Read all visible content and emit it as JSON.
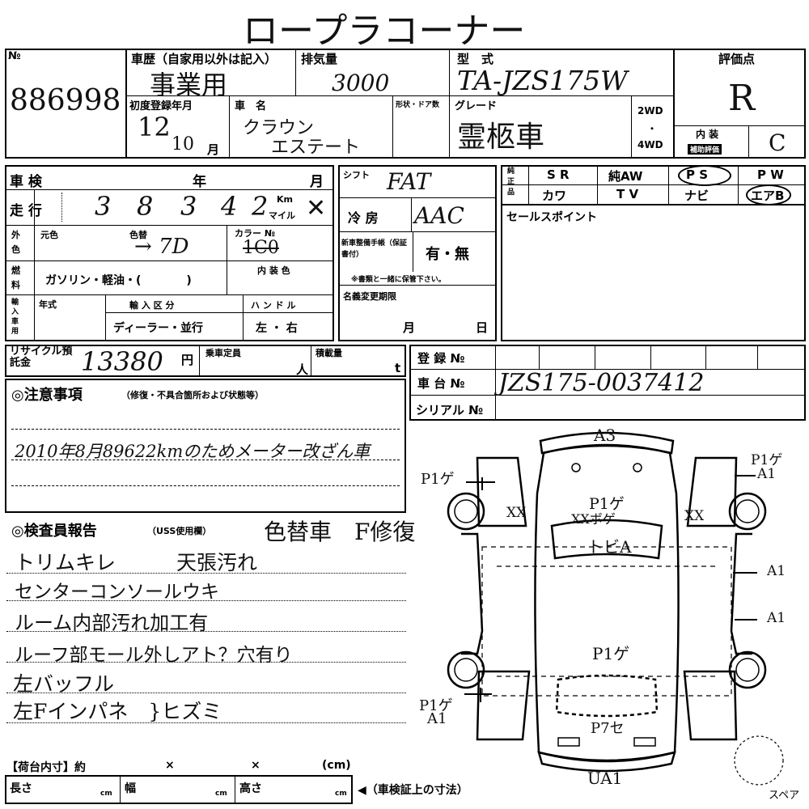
{
  "header": {
    "title": "ロープラコーナー"
  },
  "top": {
    "lot_label": "№",
    "lot_number": "886998",
    "history_label": "車歴（自家用以外は記入）",
    "history_value": "事業用",
    "displacement_label": "排気量",
    "displacement_value": "3000",
    "model_label": "型　式",
    "model_value": "TA-JZS175W",
    "grade_title_label": "評価点",
    "grade_value": "R",
    "first_reg_label": "初度登録年月",
    "first_reg_year": "12",
    "first_reg_month": "10",
    "month_unit": "月",
    "car_name_label": "車　名",
    "car_name_1": "クラウン",
    "car_name_2": "エステート",
    "shape_doors_label": "形状・ドア数",
    "grade_label": "グレード",
    "grade_name": "霊柩車",
    "drive_2wd": "2WD",
    "drive_dot": "・",
    "drive_4wd": "4WD",
    "interior_label": "内 装",
    "interior_sub": "補助評価",
    "interior_value": "C"
  },
  "inspection": {
    "shaken_label": "車 検",
    "year_label": "年",
    "month_label": "月",
    "mileage_label": "走 行",
    "mileage_digits": [
      "3",
      "8",
      "3",
      "4",
      "2"
    ],
    "km_label": "Km",
    "mile_label": "マイル",
    "exterior_label": "外色",
    "orig_color_label": "元色",
    "color_change_label": "色替",
    "color_change_value": "→ 7D",
    "color_no_label": "カラー №",
    "color_no_value": "1C0",
    "interior_color_label": "内 装 色",
    "fuel_label": "燃料",
    "fuel_options": "ガソリン・軽油・(　　　　)",
    "import_label": "輸入車用",
    "nenshiki_label": "年式",
    "import_class_label": "輸 入 区 分",
    "import_class_value": "ディーラー・並行",
    "handle_label": "ハ ン ド ル",
    "handle_value": "左 ・ 右"
  },
  "middle": {
    "shift_label": "シフト",
    "shift_value": "FAT",
    "ac_label": "冷 房",
    "ac_value": "AAC",
    "manual_label": "新車整備手帳（保証書付）",
    "manual_value": "有・無",
    "manual_note": "※書類と一緒に保管下さい。",
    "name_change_label": "名義変更期限",
    "name_change_month": "月",
    "name_change_day": "日"
  },
  "equipment": {
    "label": "純正品",
    "row1": [
      "S R",
      "純AW",
      "P S",
      "P W"
    ],
    "row2": [
      "カワ",
      "T V",
      "ナビ",
      "エアB"
    ],
    "sales_point_label": "セールスポイント"
  },
  "recycle": {
    "label": "リサイクル預託金",
    "value": "13380",
    "unit": "円",
    "capacity_label": "乗車定員",
    "capacity_unit": "人",
    "load_label": "積載量",
    "load_unit": "t",
    "reg_no_label": "登 録 №",
    "chassis_label": "車 台 №",
    "chassis_value": "JZS175-0037412",
    "serial_label": "シリアル №"
  },
  "notes": {
    "title": "◎注意事項",
    "subtitle": "（修復・不具合箇所および状態等）",
    "line1": "2010年8月89622kmのためメーター改ざん車"
  },
  "inspector": {
    "title": "◎検査員報告",
    "subtitle": "（USS使用欄）",
    "headline": "色替車　F修復",
    "lines": [
      "トリムキレ　　　天張汚れ",
      "センターコンソールウキ",
      "ルーム内部汚れ加工有",
      "ルーフ部モール外しアト？穴有り",
      "左バッフル",
      "左Fインパネ　}ヒズミ"
    ]
  },
  "cargo": {
    "label": "【荷台内寸】約",
    "x1": "×",
    "x2": "×",
    "unit": "(cm)",
    "length_label": "長さ",
    "width_label": "幅",
    "height_label": "高さ",
    "cm": "cm",
    "shaken_note": "◀（車検証上の寸法）"
  },
  "diagram": {
    "labels": [
      "A3",
      "P1ゲ",
      "P1ゲ",
      "A1",
      "XX",
      "XX",
      "P1ゲ",
      "XXボゲ",
      "トビA",
      "A1",
      "A1",
      "P1ゲ",
      "P1ゲ",
      "A1",
      "P7セ",
      "UA1"
    ],
    "spare_label": "スペア"
  }
}
